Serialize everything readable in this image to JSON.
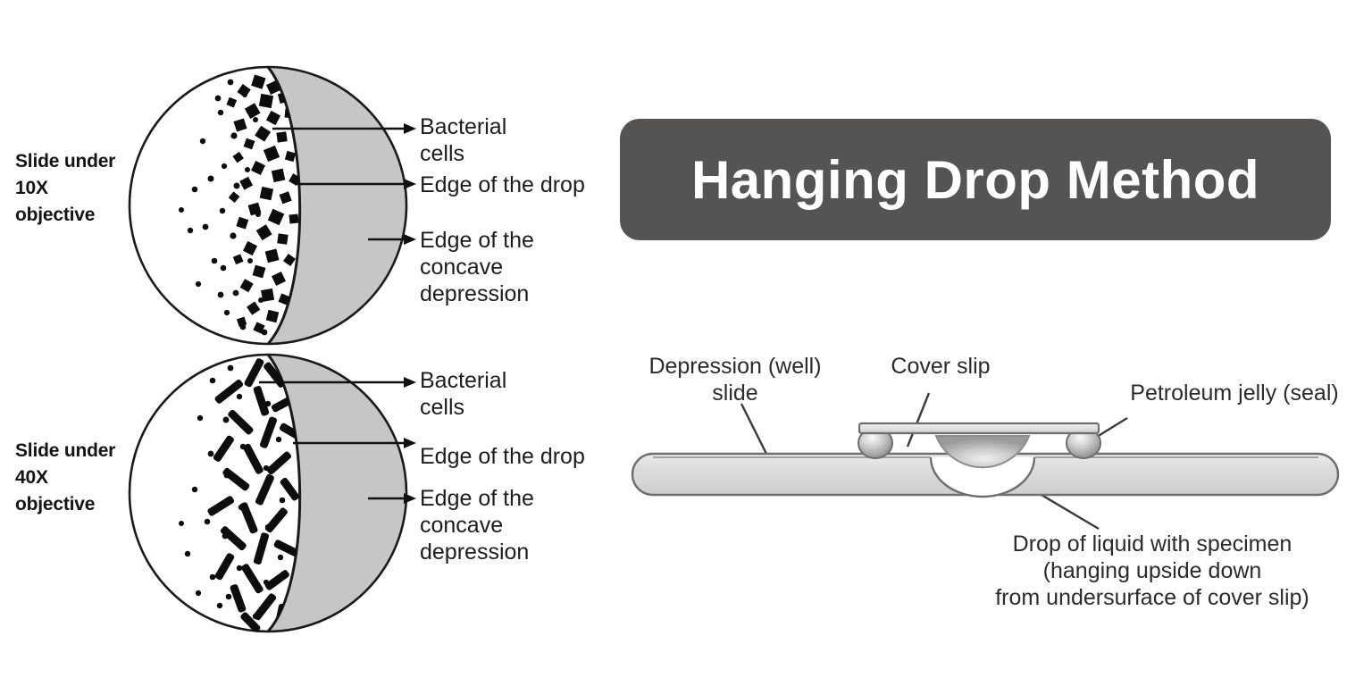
{
  "title_banner": {
    "text": "Hanging Drop Method",
    "background_color": "#565452",
    "text_color": "#ffffff"
  },
  "microscope_views": [
    {
      "id": "view-10x",
      "objective_label": "Slide under\n10X\nobjective",
      "magnification": "10X",
      "cell_shape": "cocci-squares",
      "callouts": [
        {
          "id": "bacterial-cells",
          "text": "Bacterial\ncells"
        },
        {
          "id": "edge-of-drop",
          "text": "Edge of the drop"
        },
        {
          "id": "edge-of-concave-depression",
          "text": "Edge of the\nconcave\ndepression"
        }
      ]
    },
    {
      "id": "view-40x",
      "objective_label": "Slide under\n40X\nobjective",
      "magnification": "40X",
      "cell_shape": "bacilli-rods",
      "callouts": [
        {
          "id": "bacterial-cells",
          "text": "Bacterial\ncells"
        },
        {
          "id": "edge-of-drop",
          "text": "Edge of the drop"
        },
        {
          "id": "edge-of-concave-depression",
          "text": "Edge of the\nconcave\ndepression"
        }
      ]
    }
  ],
  "apparatus": {
    "labels": [
      {
        "id": "depression-well-slide",
        "text": "Depression (well)\nslide"
      },
      {
        "id": "cover-slip",
        "text": "Cover slip"
      },
      {
        "id": "petroleum-jelly",
        "text": "Petroleum jelly (seal)"
      },
      {
        "id": "hanging-drop",
        "text": "Drop of liquid with specimen\n(hanging upside down\nfrom undersurface of cover slip)"
      }
    ]
  },
  "colors": {
    "depression_gray": "#c6c6c6",
    "glass_light": "#e3e3e3",
    "glass_mid": "#c9c9c9",
    "outline": "#4a4a4a",
    "ink": "#1d1d1d",
    "page_background": "#ffffff"
  }
}
